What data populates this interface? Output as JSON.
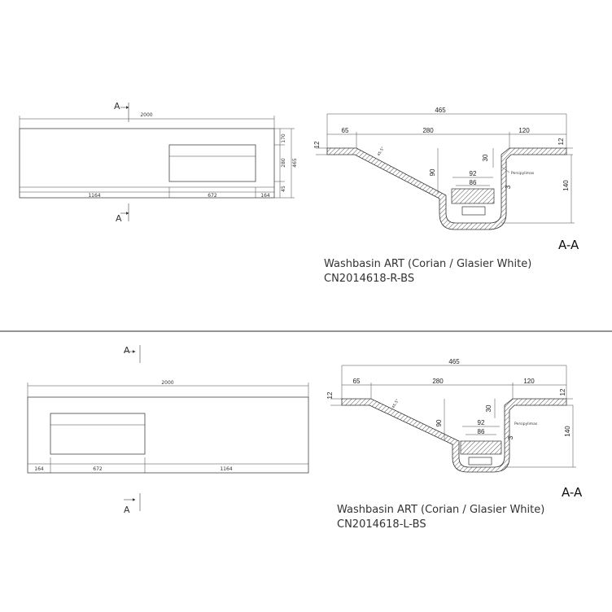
{
  "top": {
    "plan": {
      "total": "2000",
      "segments": [
        "1164",
        "672",
        "164"
      ],
      "right_dims": [
        "170",
        "280",
        "465",
        "45"
      ],
      "section_marker": "A"
    },
    "section": {
      "total": "465",
      "widths": [
        "65",
        "280",
        "120"
      ],
      "left_thk": "12",
      "right_thk": "12",
      "angle": "45.5°",
      "depth": "90",
      "rim": "30",
      "drain_outer": "92",
      "drain_inner": "86",
      "small": "3",
      "height": "140",
      "note": "Persipylimas",
      "label": "A-A"
    },
    "caption_line1": "Washbasin ART (Corian / Glasier White)",
    "caption_line2": "CN2014618-R-BS"
  },
  "bottom": {
    "plan": {
      "total": "2000",
      "segments": [
        "164",
        "672",
        "1164"
      ],
      "section_marker": "A"
    },
    "section": {
      "total": "465",
      "widths": [
        "65",
        "280",
        "120"
      ],
      "left_thk": "12",
      "right_thk": "12",
      "angle": "45.5°",
      "depth": "90",
      "rim": "30",
      "drain_outer": "92",
      "drain_inner": "86",
      "small": "3",
      "height": "140",
      "note": "Persipylimas",
      "label": "A-A"
    },
    "caption_line1": "Washbasin ART (Corian / Glasier White)",
    "caption_line2": "CN2014618-L-BS"
  }
}
